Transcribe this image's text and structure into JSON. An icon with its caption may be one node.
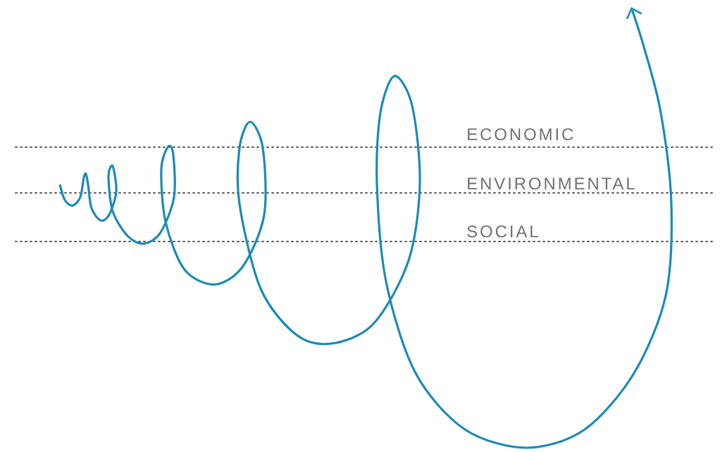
{
  "diagram": {
    "labels": [
      "ECONOMIC",
      "ENVIRONMENTAL",
      "SOCIAL"
    ]
  }
}
